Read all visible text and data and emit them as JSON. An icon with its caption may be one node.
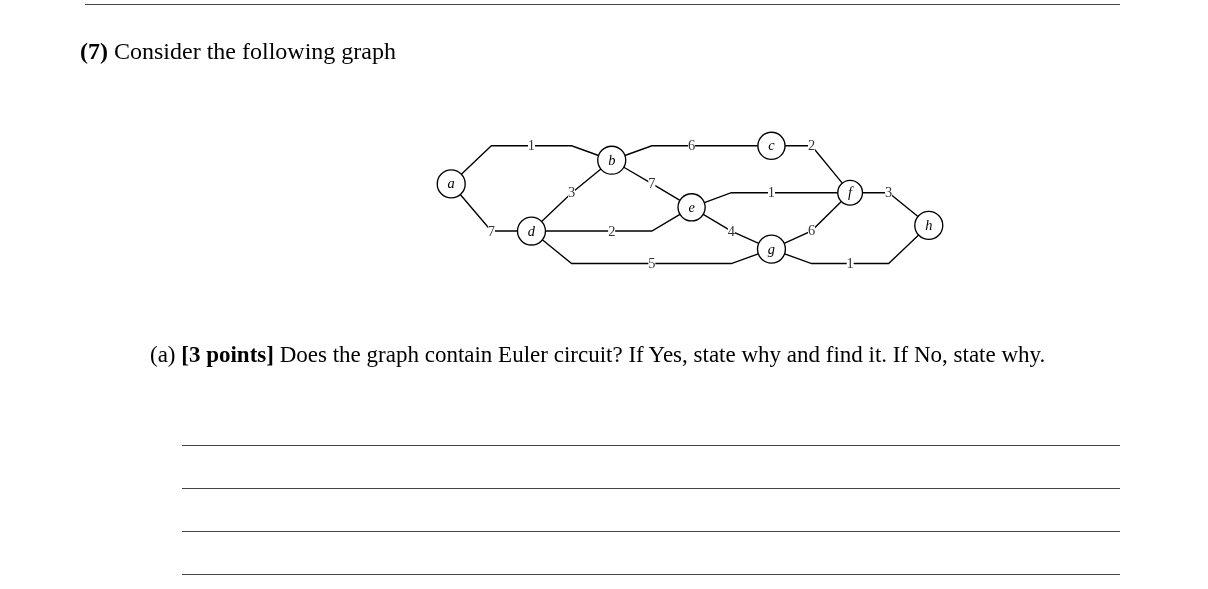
{
  "diagram": {
    "title": "**(7)** Consider the following graph",
    "nodes": [
      {
        "text": [
          "a"
        ]
      },
      {
        "text": [
          "b"
        ]
      },
      {
        "text": [
          "c"
        ]
      },
      {
        "text": [
          "d"
        ]
      },
      {
        "text": [
          "e"
        ]
      },
      {
        "text": [
          "f"
        ]
      },
      {
        "text": [
          "g"
        ]
      },
      {
        "text": [
          "h"
        ]
      }
    ],
    "edges": [
      {
        "from": 0,
        "to": 1,
        "arrow": "none",
        "label": "1"
      },
      {
        "from": 1,
        "to": 2,
        "arrow": "none",
        "label": "6"
      },
      {
        "from": 0,
        "to": 3,
        "arrow": "none",
        "label": "7"
      },
      {
        "from": 3,
        "to": 1,
        "arrow": "none",
        "label": "3"
      },
      {
        "from": 1,
        "to": 4,
        "arrow": "none",
        "label": "7"
      },
      {
        "from": 2,
        "to": 5,
        "arrow": "none",
        "label": "2"
      },
      {
        "from": 3,
        "to": 4,
        "arrow": "none",
        "label": "2"
      },
      {
        "from": 4,
        "to": 5,
        "arrow": "none",
        "label": "1"
      },
      {
        "from": 3,
        "to": 6,
        "arrow": "none",
        "label": "5"
      },
      {
        "from": 4,
        "to": 6,
        "arrow": "none",
        "label": "4"
      },
      {
        "from": 6,
        "to": 5,
        "arrow": "none",
        "label": "6"
      },
      {
        "from": 5,
        "to": 7,
        "arrow": "none",
        "label": "3"
      },
      {
        "from": 6,
        "to": 7,
        "arrow": "none",
        "label": "1"
      }
    ],
    "labels": [
      "(a) **[3 points]** Does the graph contain Euler circuit? If Yes, state why and find it. If No, state why."
    ]
  }
}
